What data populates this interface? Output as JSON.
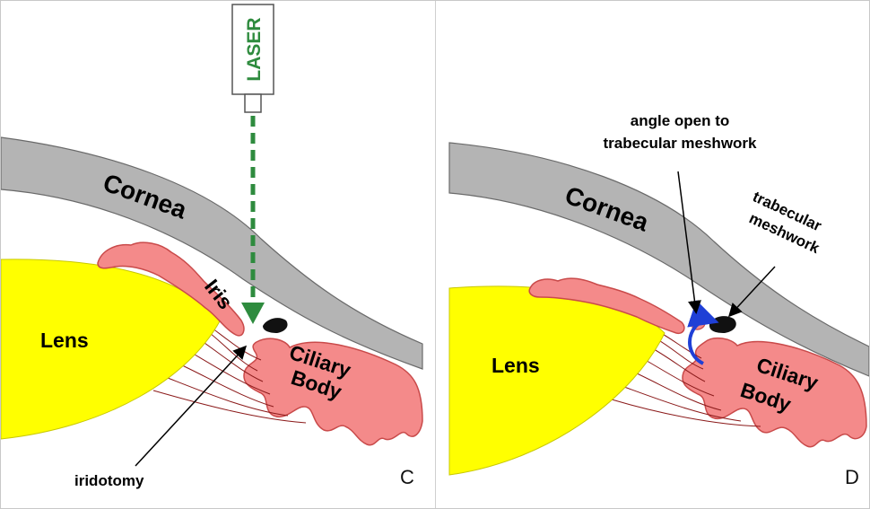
{
  "panel_c": {
    "device_label": "LASER",
    "cornea": "Cornea",
    "iris": "Iris",
    "lens": "Lens",
    "ciliary_body_line1": "Ciliary",
    "ciliary_body_line2": "Body",
    "iridotomy": "iridotomy",
    "letter": "C"
  },
  "panel_d": {
    "angle_line1": "angle open to",
    "angle_line2": "trabecular meshwork",
    "trabecular_line1": "trabecular",
    "trabecular_line2": "meshwork",
    "cornea": "Cornea",
    "lens": "Lens",
    "ciliary_body_line1": "Ciliary",
    "ciliary_body_line2": "Body",
    "letter": "D"
  },
  "colors": {
    "cornea": "#b4b4b4",
    "lens": "#ffff00",
    "iris_ciliary": "#f48a8a",
    "laser_beam": "#2e8b3e",
    "flow_arrow": "#1f3fd6",
    "meshwork": "#111111"
  }
}
